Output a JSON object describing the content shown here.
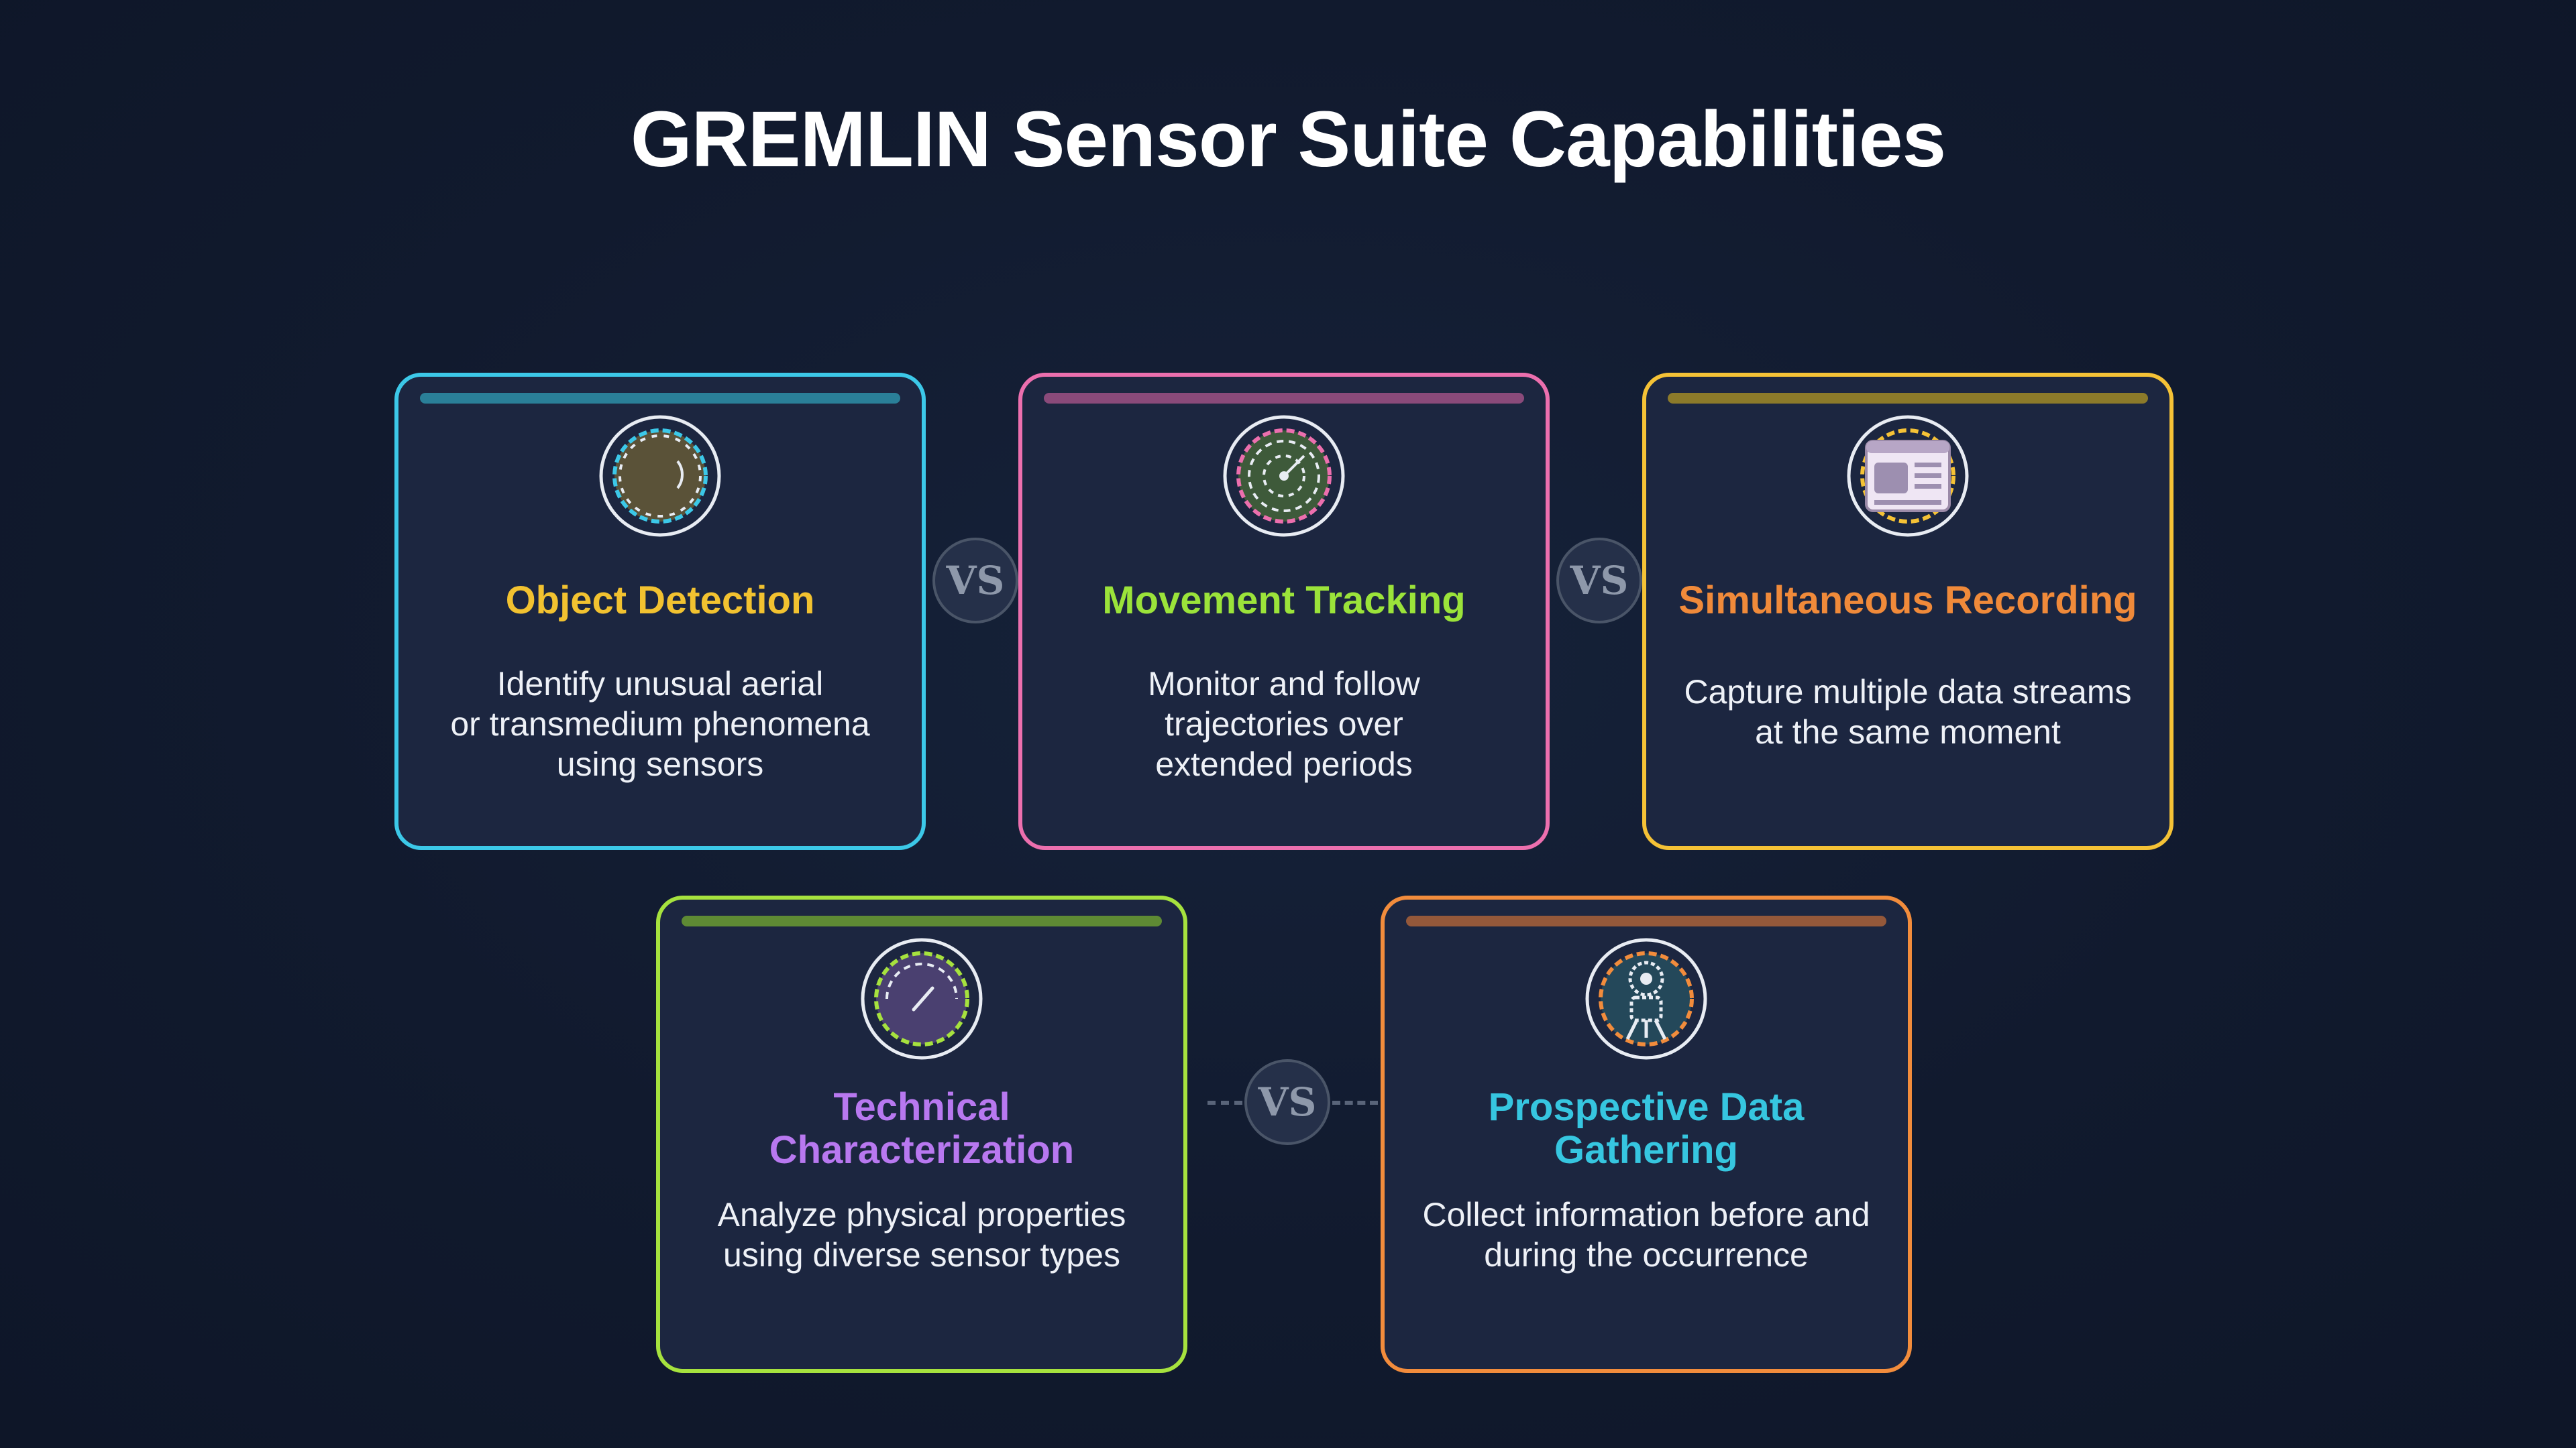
{
  "title": "GREMLIN Sensor Suite Capabilities",
  "vs_label": "VS",
  "cards": [
    {
      "title": "Object Detection",
      "description": "Identify unusual aerial\nor transmedium phenomena\nusing sensors",
      "border_color": "#3cc8e8",
      "title_color": "#f2c230",
      "bar_color": "#2a7f98",
      "icon": "detection-radar-icon"
    },
    {
      "title": "Movement Tracking",
      "description": "Monitor and follow\ntrajectories over\nextended periods",
      "border_color": "#ec6fae",
      "title_color": "#9be33a",
      "bar_color": "#8a4a7a",
      "icon": "tracking-target-icon"
    },
    {
      "title": "Simultaneous Recording",
      "description": "Capture multiple data streams\nat the same moment",
      "border_color": "#f5c236",
      "title_color": "#f08a3a",
      "bar_color": "#8c7a2a",
      "icon": "document-recording-icon"
    },
    {
      "title": "Technical\nCharacterization",
      "description": "Analyze physical properties\nusing diverse sensor types",
      "border_color": "#a6e23e",
      "title_color": "#b878f0",
      "bar_color": "#5e8a34",
      "icon": "gauge-analysis-icon"
    },
    {
      "title": "Prospective Data\nGathering",
      "description": "Collect information before and\nduring the occurrence",
      "border_color": "#f28c3c",
      "title_color": "#36c6e0",
      "bar_color": "#94583a",
      "icon": "sensor-robot-icon"
    }
  ]
}
